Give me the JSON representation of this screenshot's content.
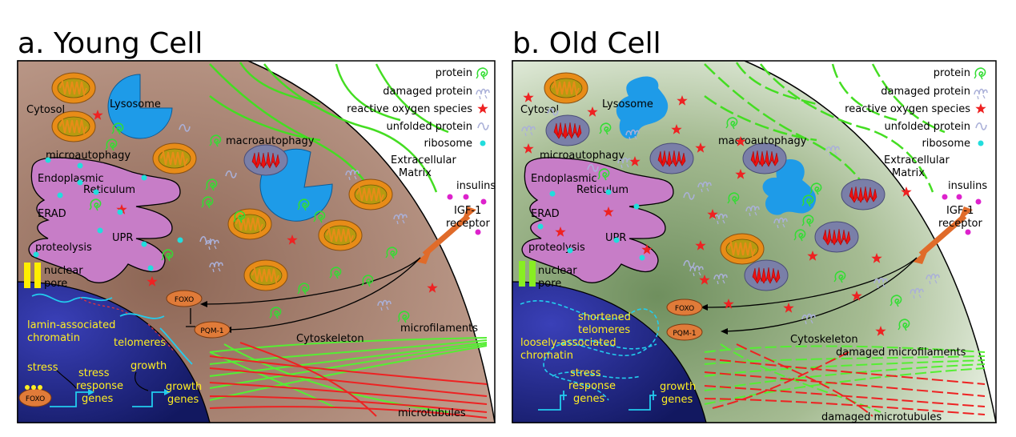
{
  "colors": {
    "young_cytosol": "#a98270",
    "old_cytosol": "#9fb48e",
    "nucleus": "#232c87",
    "er": "#c77dc7",
    "lysosome": "#1e9be8",
    "mito_outer": "#e88c18",
    "mito_inner": "#b79a10",
    "foxo": "#e07b39",
    "protein": "#33dd33",
    "ros": "#ee2222",
    "ribosome": "#22dddd",
    "insulin": "#dd22cc",
    "microfilament": "#55ee33",
    "microtubule": "#ee2222",
    "text_yellow": "#ffee22",
    "nuclear_pore_young": "#ffee00",
    "nuclear_pore_old": "#88ee22"
  },
  "legend": {
    "protein": "protein",
    "damaged_protein": "damaged protein",
    "ros": "reactive oxygen species",
    "unfolded_protein": "unfolded protein",
    "ribosome": "ribosome"
  },
  "young": {
    "title": "a. Young Cell",
    "cytosol": "Cytosol",
    "lysosome": "Lysosome",
    "microautophagy": "microautophagy",
    "macroautophagy": "macroautophagy",
    "er_line1": "Endoplasmic",
    "er_line2": "Reticulum",
    "erad": "ERAD",
    "upr": "UPR",
    "proteolysis": "proteolysis",
    "ecm_line1": "Extracellular",
    "ecm_line2": "Matrix",
    "insulins": "insulins",
    "receptor_line1": "IGF-1",
    "receptor_line2": "receptor",
    "pore_line1": "nuclear",
    "pore_line2": "pore",
    "foxo": "FOXO",
    "pqm1": "PQM-1",
    "cytoskeleton": "Cytoskeleton",
    "microfilaments": "microfilaments",
    "microtubules": "microtubules",
    "chromatin_line1": "lamin-associated",
    "chromatin_line2": "chromatin",
    "telomeres": "telomeres",
    "stress": "stress",
    "growth": "growth",
    "stress_genes_line1": "stress",
    "stress_genes_line2": "response",
    "stress_genes_line3": "genes",
    "growth_genes_line1": "growth",
    "growth_genes_line2": "genes",
    "foxo_bound": "FOXO"
  },
  "old": {
    "title": "b. Old Cell",
    "cytosol": "Cytosol",
    "lysosome": "Lysosome",
    "microautophagy": "microautophagy",
    "macroautophagy": "macroautophagy",
    "er_line1": "Endoplasmic",
    "er_line2": "Reticulum",
    "erad": "ERAD",
    "upr": "UPR",
    "proteolysis": "proteolysis",
    "ecm_line1": "Extracellular",
    "ecm_line2": "Matrix",
    "insulins": "insulins",
    "receptor_line1": "IGF-1",
    "receptor_line2": "receptor",
    "pore_line1": "nuclear",
    "pore_line2": "pore",
    "foxo": "FOXO",
    "pqm1": "PQM-1",
    "cytoskeleton": "Cytoskeleton",
    "microfilaments": "damaged microfilaments",
    "microtubules": "damaged microtubules",
    "telomeres_line1": "shortened",
    "telomeres_line2": "telomeres",
    "chromatin_line1": "loosely-associated",
    "chromatin_line2": "chromatin",
    "stress_genes_line1": "stress",
    "stress_genes_line2": "response",
    "stress_genes_line3": "genes",
    "growth_genes_line1": "growth",
    "growth_genes_line2": "genes"
  }
}
